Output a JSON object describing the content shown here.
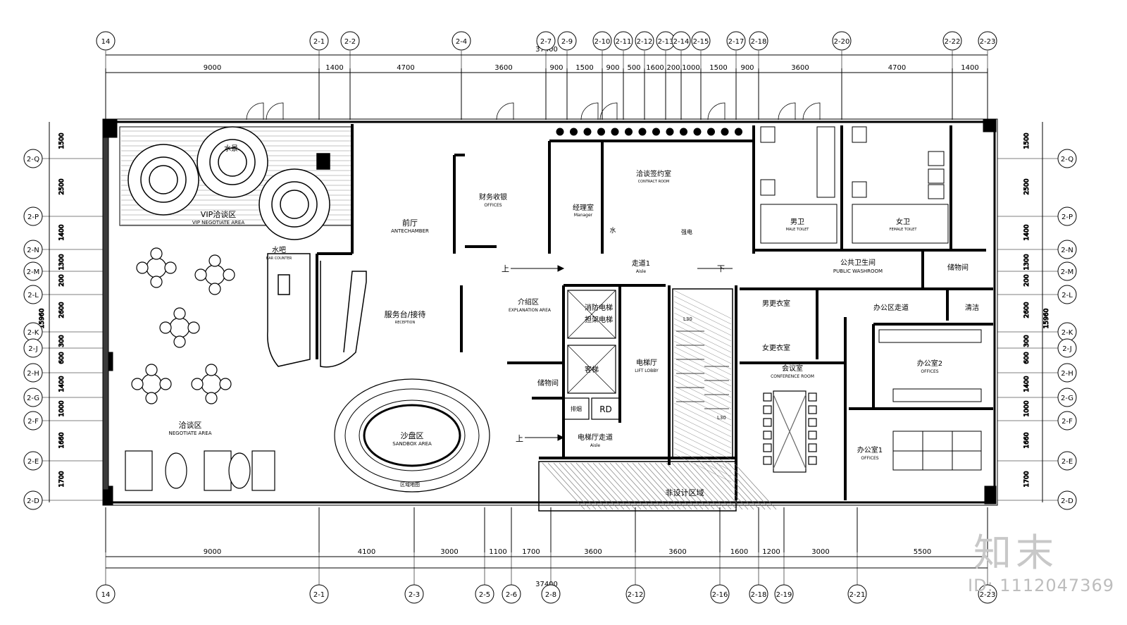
{
  "overall_dimension": "37400",
  "overall_depth": "15960",
  "top_axes": [
    "14",
    "2-1",
    "2-2",
    "2-4",
    "2-7",
    "2-9",
    "2-10",
    "2-11",
    "2-12",
    "2-13",
    "2-14",
    "2-15",
    "2-17",
    "2-18",
    "2-20",
    "2-22",
    "2-23"
  ],
  "top_dims": [
    "9000",
    "1400",
    "4700",
    "3600",
    "900",
    "1500",
    "900",
    "500",
    "1600",
    "200",
    "1000",
    "1500",
    "900",
    "3600",
    "4700",
    "1400"
  ],
  "bottom_axes": [
    "14",
    "2-1",
    "2-3",
    "2-5",
    "2-6",
    "2-8",
    "2-12",
    "2-16",
    "2-18",
    "2-19",
    "2-21",
    "2-23"
  ],
  "bottom_dims": [
    "9000",
    "4100",
    "3000",
    "1100",
    "1700",
    "3600",
    "3600",
    "1600",
    "1200",
    "3000",
    "5500"
  ],
  "side_axes": [
    "2-Q",
    "2-P",
    "2-N",
    "2-M",
    "2-L",
    "2-K",
    "2-J",
    "2-H",
    "2-G",
    "2-F",
    "2-E",
    "2-D"
  ],
  "side_dims": [
    "1500",
    "2500",
    "1400",
    "1300",
    "200",
    "2600",
    "300",
    "600",
    "1400",
    "1000",
    "1660",
    "1700"
  ],
  "rooms": {
    "vip": {
      "cn": "VIP洽谈区",
      "en": "VIP NEGOTIATE AREA"
    },
    "water_feature": {
      "cn": "水景"
    },
    "bar": {
      "cn": "水吧",
      "en": "BAR COUNTER"
    },
    "negotiate": {
      "cn": "洽谈区",
      "en": "NEGOTIATE AREA"
    },
    "antechamber": {
      "cn": "前厅",
      "en": "ANTECHAMBER"
    },
    "reception": {
      "cn": "服务台/接待",
      "en": "RECEPTION"
    },
    "sandbox": {
      "cn": "沙盘区",
      "en": "SANDBOX AREA"
    },
    "sandbox_note": {
      "cn": "区域地图"
    },
    "finance": {
      "cn": "财务收银",
      "en": "OFFICES"
    },
    "manager": {
      "cn": "经理室",
      "en": "Manager"
    },
    "contract": {
      "cn": "洽谈签约室",
      "en": "CONTRACT ROOM"
    },
    "water": {
      "cn": "水"
    },
    "strong_elec": {
      "cn": "强电"
    },
    "male": {
      "cn": "男卫",
      "en": "MALE TOILET"
    },
    "female": {
      "cn": "女卫",
      "en": "FEMALE TOILET"
    },
    "aisle1": {
      "cn": "走道1",
      "en": "Aisle"
    },
    "public_wc": {
      "cn": "公共卫生间",
      "en": "PUBLIC WASHROOM"
    },
    "storage_r": {
      "cn": "储物间"
    },
    "explanation": {
      "cn": "介绍区",
      "en": "EXPLANATION AREA"
    },
    "fire_lift": {
      "cn": "消防电梯"
    },
    "fire_lift2": {
      "cn": "担架电梯"
    },
    "lift_lobby": {
      "cn": "电梯厅",
      "en": "LIFT LOBBY"
    },
    "passenger_lift": {
      "cn": "客梯"
    },
    "storage_l": {
      "cn": "储物间"
    },
    "smoke": {
      "cn": "排烟"
    },
    "rd": {
      "cn": "RD"
    },
    "lift_aisle": {
      "cn": "电梯厅走道",
      "en": "Aisle"
    },
    "men_locker": {
      "cn": "男更衣室"
    },
    "women_locker": {
      "cn": "女更衣室"
    },
    "office_corridor": {
      "cn": "办公区走道"
    },
    "cleaning": {
      "cn": "清洁"
    },
    "office2": {
      "cn": "办公室2",
      "en": "OFFICES"
    },
    "office1": {
      "cn": "办公室1",
      "en": "OFFICES"
    },
    "conference": {
      "cn": "会议室",
      "en": "CONFERENCE ROOM"
    },
    "non_design": {
      "cn": "非设计区域"
    }
  },
  "stair_marks": {
    "up1": "上",
    "down1": "下",
    "up2": "上",
    "l30a": "L30",
    "l30b": "L30"
  },
  "watermark_logo": "知末",
  "watermark_id": "ID: 1112047369"
}
